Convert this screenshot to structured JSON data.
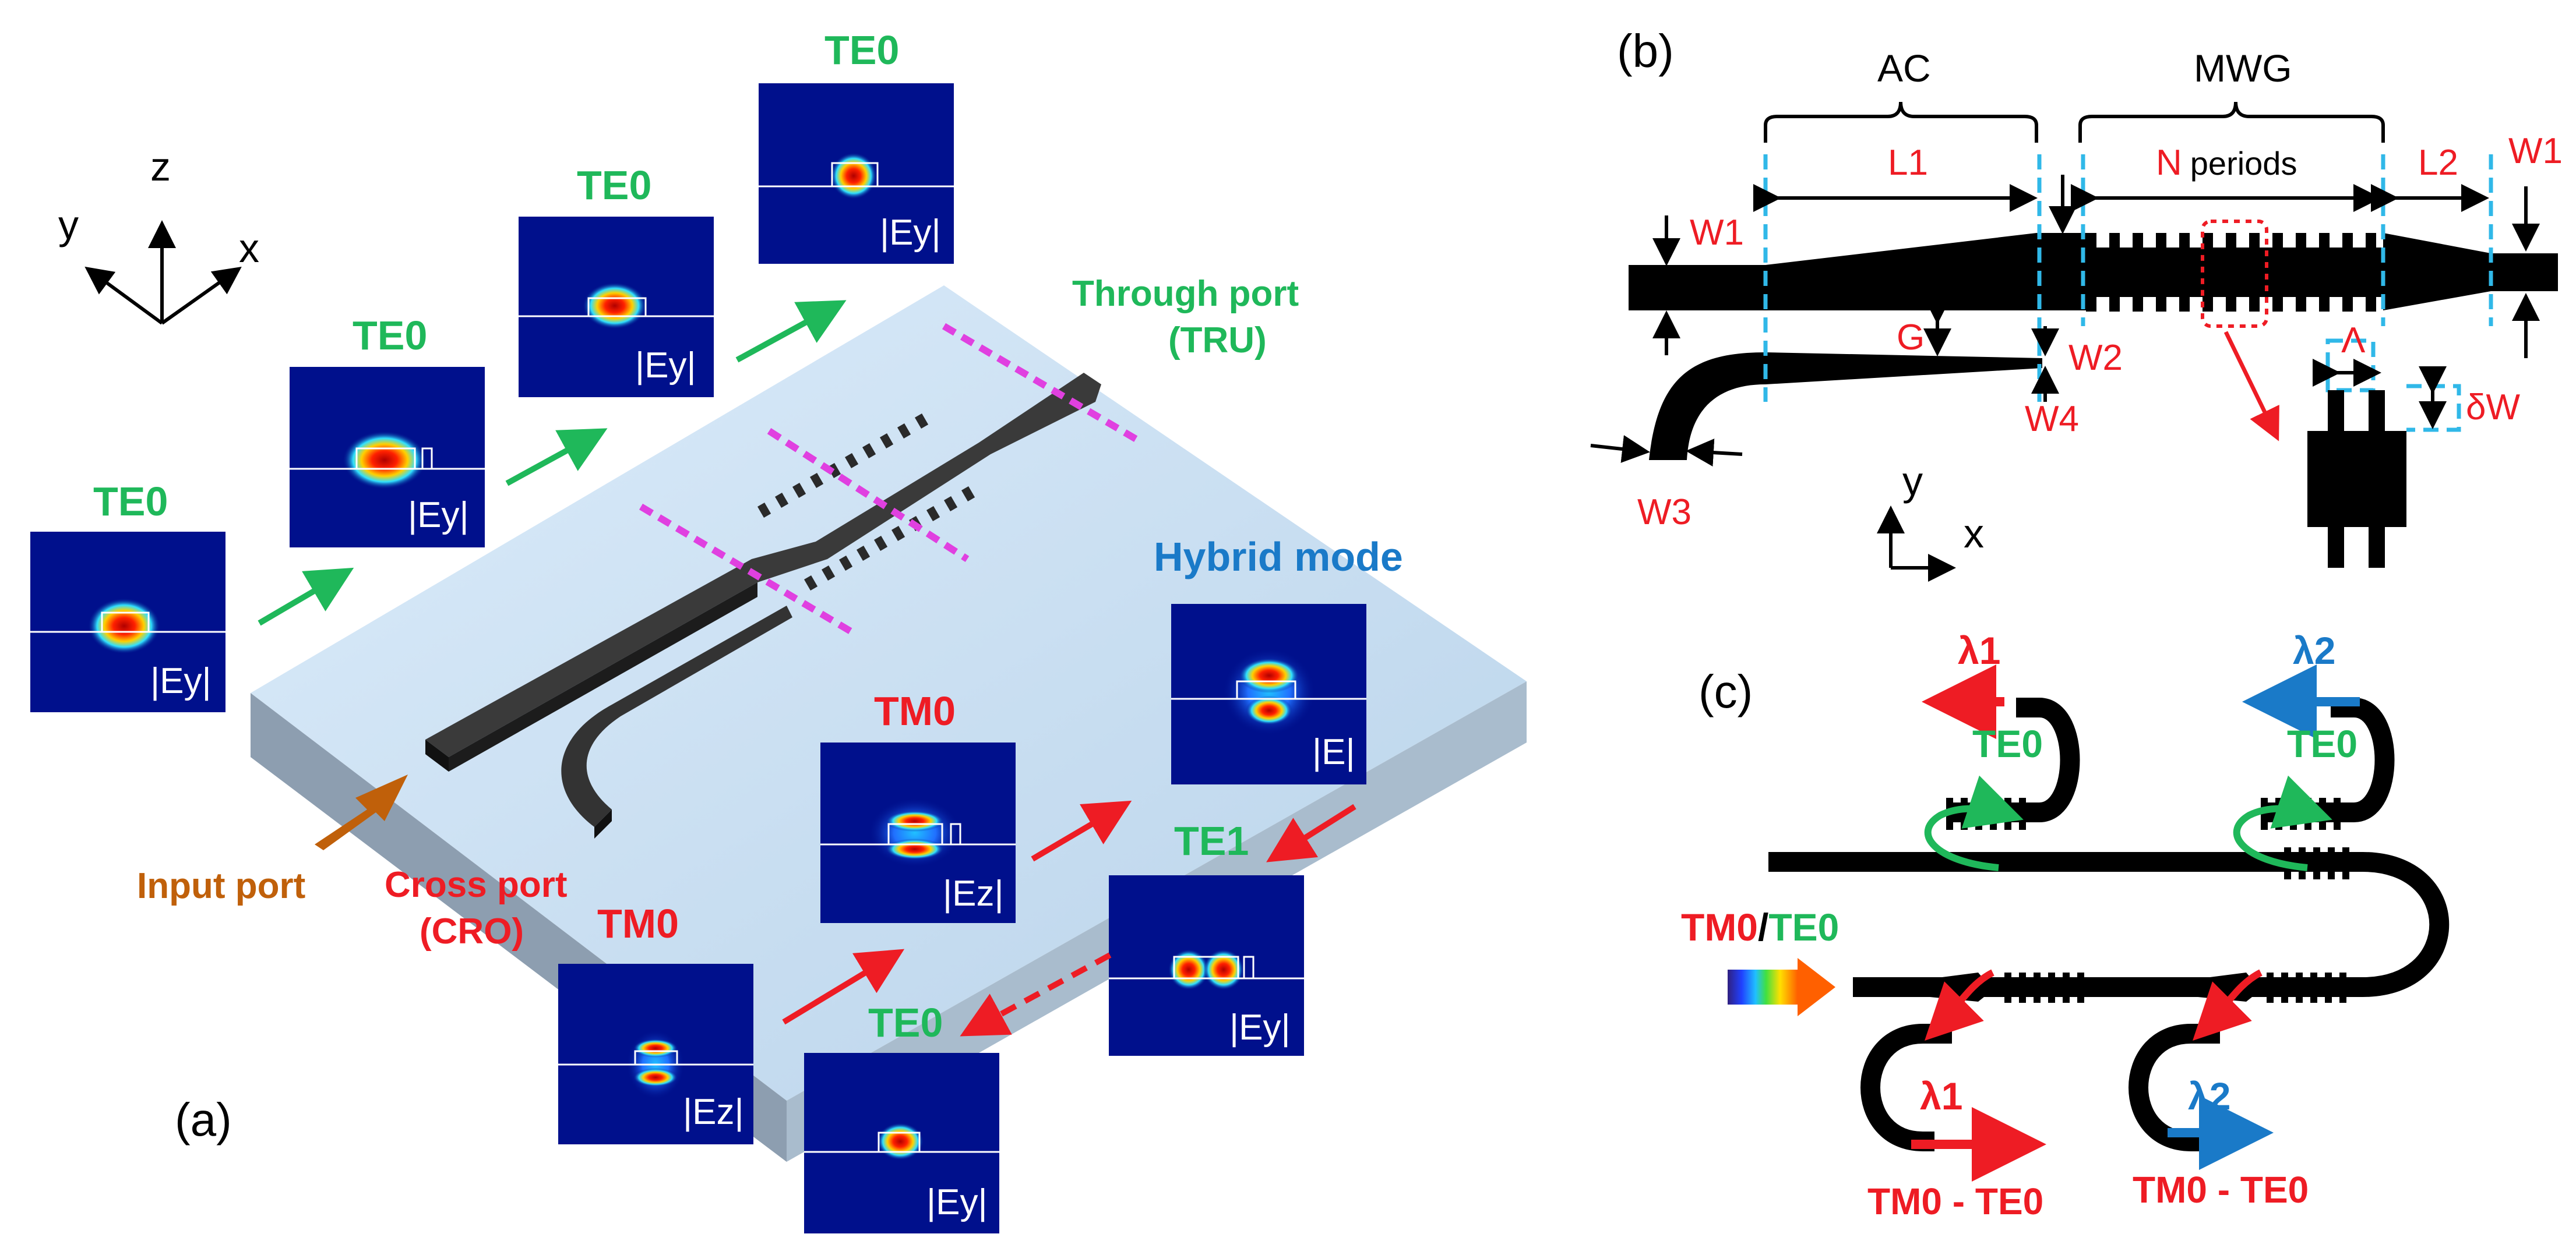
{
  "panels": {
    "a": "(a)",
    "b": "(b)",
    "c": "(c)"
  },
  "axes_a": {
    "x": "x",
    "y": "y",
    "z": "z"
  },
  "axes_b": {
    "x": "x",
    "y": "y"
  },
  "mode_titles": {
    "te0_1": "TE0",
    "te0_2": "TE0",
    "te0_3": "TE0",
    "te0_4": "TE0",
    "hybrid": "Hybrid mode",
    "tm0_mid": "TM0",
    "te1": "TE1",
    "tm0_low": "TM0",
    "te0_low": "TE0"
  },
  "field_labels": {
    "ey": "|Ey|",
    "ez": "|Ez|",
    "e": "|E|"
  },
  "port_labels": {
    "through": "Through port",
    "through_abbr": "(TRU)",
    "input": "Input port",
    "cross": "Cross port",
    "cross_abbr": "(CRO)"
  },
  "panel_b": {
    "ac": "AC",
    "mwg": "MWG",
    "l1": "L1",
    "l2": "L2",
    "n_periods_n": "N",
    "n_periods_word": "periods",
    "w1_left": "W1",
    "w1_right": "W1",
    "w2": "W2",
    "w3": "W3",
    "w4": "W4",
    "g": "G",
    "lambda_period": "Λ",
    "delta_w": "δW"
  },
  "panel_c": {
    "lambda1_top": "λ1",
    "lambda2_top": "λ2",
    "te0_top_left": "TE0",
    "te0_top_right": "TE0",
    "input_tm0": "TM0",
    "input_slash": "/",
    "input_te0": "TE0",
    "lambda1_bottom": "λ1",
    "lambda2_bottom": "λ2",
    "out_left": "TM0 - TE0",
    "out_right": "TM0 - TE0"
  },
  "colors": {
    "green": "#1fb85a",
    "red": "#ee1c24",
    "blue": "#1a7ac8",
    "brown": "#c0600a",
    "cyan_dash": "#30b8e8",
    "magenta_dash": "#e040e0",
    "mode_bg": "#00108c"
  }
}
